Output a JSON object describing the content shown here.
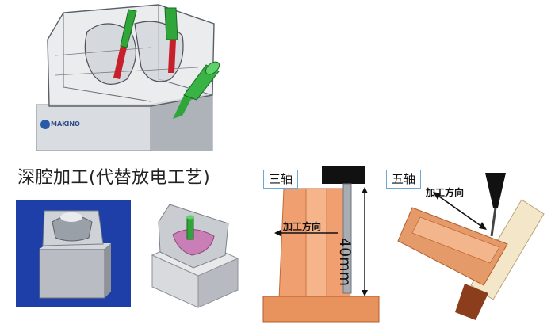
{
  "caption": "深腔加工(代替放电工艺)",
  "brand": "MAKINO",
  "panels": {
    "three_axis": {
      "tag": "三轴",
      "direction_label": "加工方向",
      "dimension": "40mm"
    },
    "five_axis": {
      "tag": "五轴",
      "direction_label": "加工方向"
    }
  }
}
